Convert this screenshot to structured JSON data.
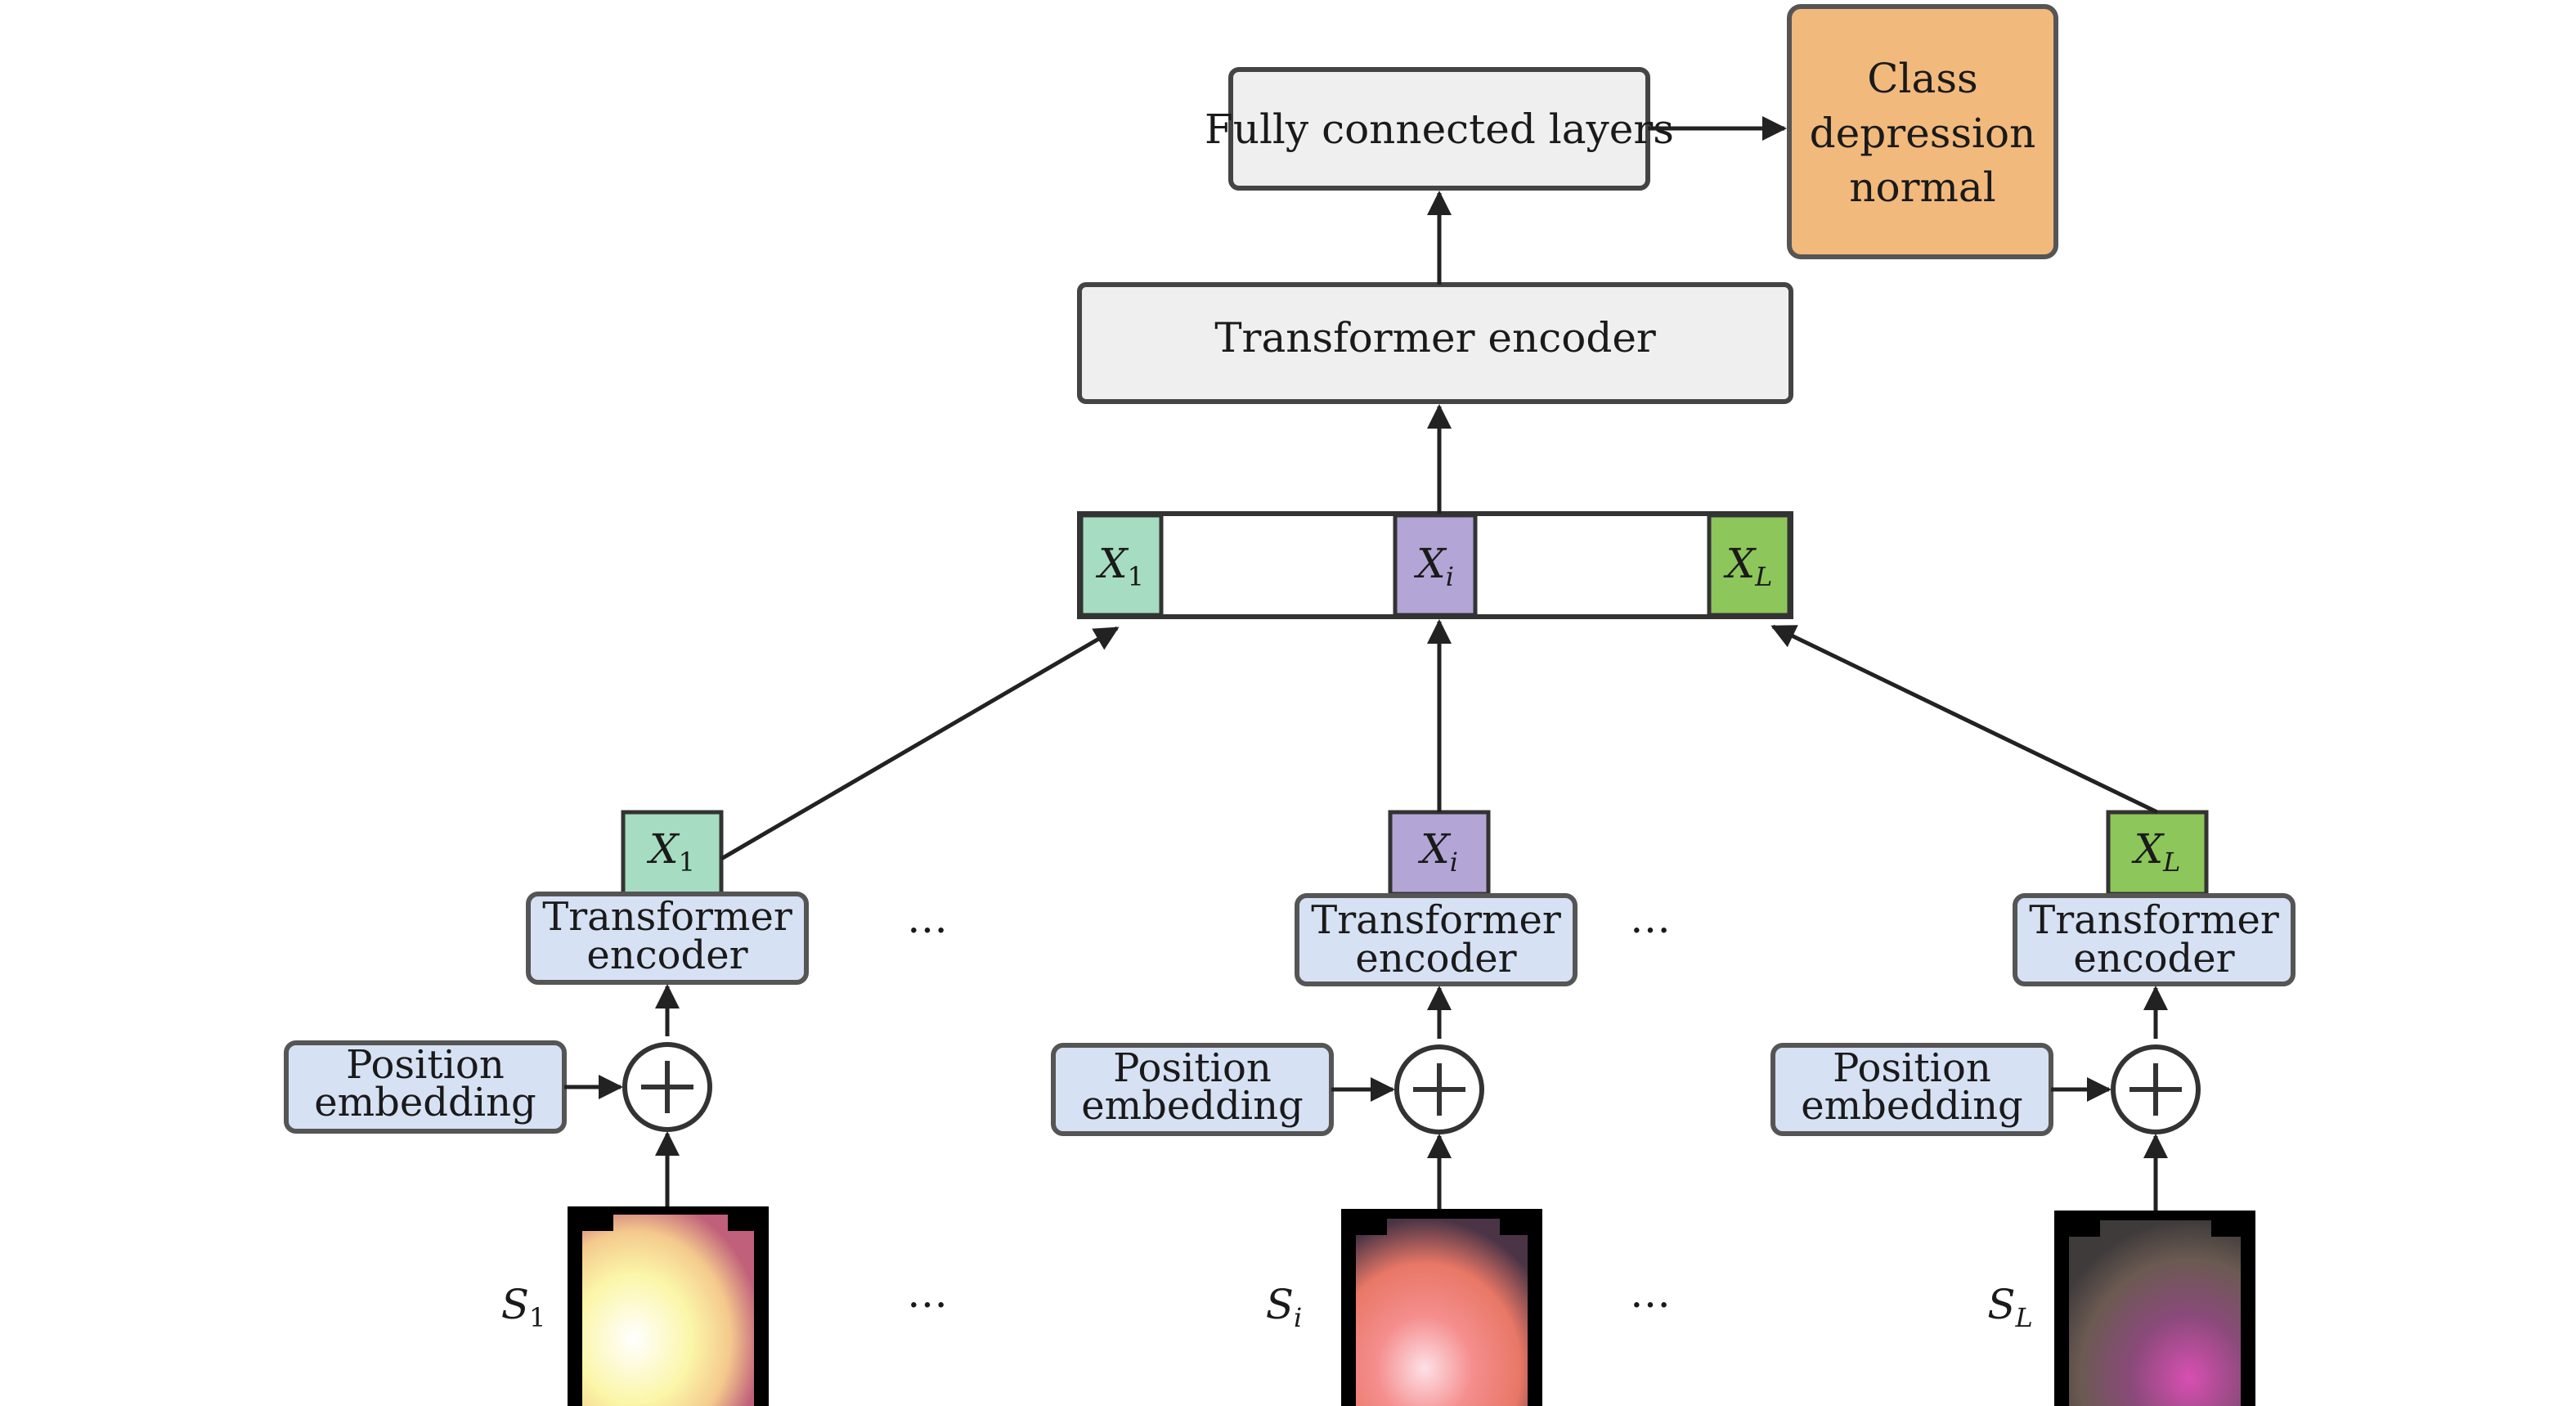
{
  "top": {
    "fc_label": "Fully connected layers",
    "encoder_label": "Transformer encoder",
    "class_lines": [
      "Class",
      "depression",
      "normal"
    ]
  },
  "tokens": {
    "x1": {
      "base": "X",
      "sub": "1"
    },
    "xi": {
      "base": "X",
      "sub": "i"
    },
    "xl": {
      "base": "X",
      "sub": "L"
    }
  },
  "branches": [
    {
      "encoder_lines": [
        "Transformer",
        "encoder"
      ],
      "position_lines": [
        "Position",
        "embedding"
      ],
      "slice": {
        "base": "S",
        "sub": "1"
      }
    },
    {
      "encoder_lines": [
        "Transformer",
        "encoder"
      ],
      "position_lines": [
        "Position",
        "embedding"
      ],
      "slice": {
        "base": "S",
        "sub": "i"
      }
    },
    {
      "encoder_lines": [
        "Transformer",
        "encoder"
      ],
      "position_lines": [
        "Position",
        "embedding"
      ],
      "slice": {
        "base": "S",
        "sub": "L"
      }
    }
  ],
  "ellipsis": "…",
  "colors": {
    "token_x1": "#a6dcc1",
    "token_xi": "#b3a6d6",
    "token_xl": "#8dc65a",
    "class_box": "#f2b97c",
    "encoder_blue": "#d6e1f3",
    "box_gray": "#efefef"
  }
}
